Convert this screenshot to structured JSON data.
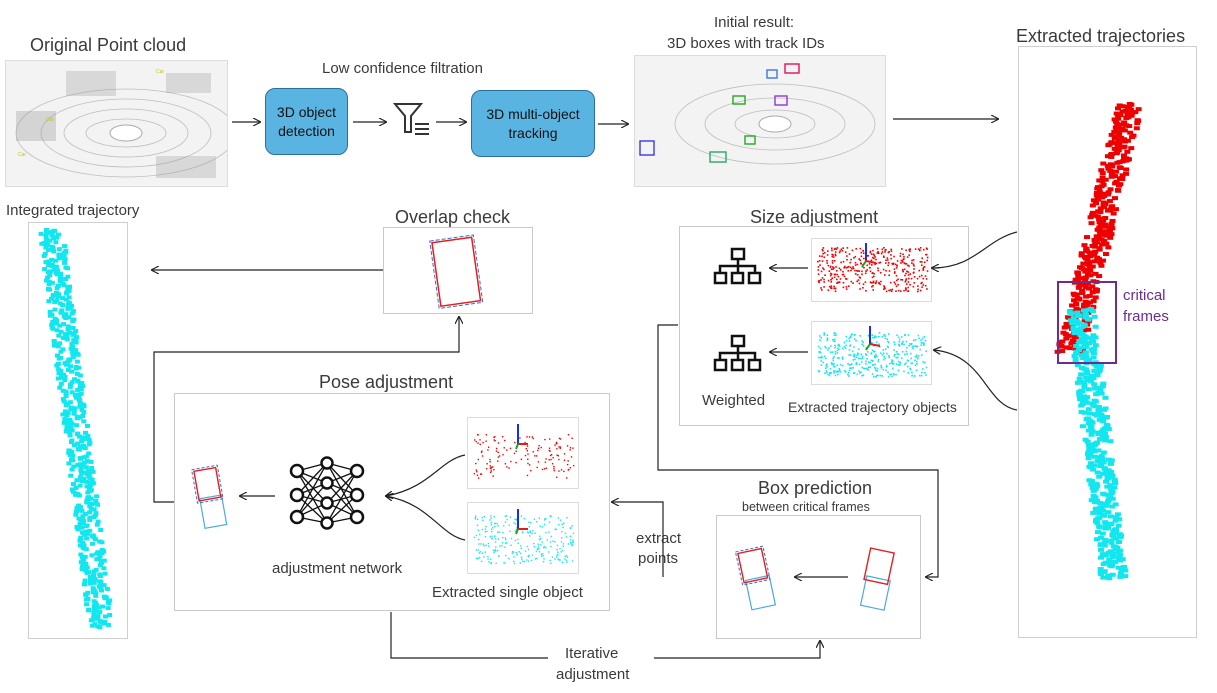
{
  "labels": {
    "original_point_cloud": "Original Point cloud",
    "low_conf_filtration": "Low confidence filtration",
    "detection": [
      "3D object",
      "detection"
    ],
    "tracking": [
      "3D multi-object",
      "tracking"
    ],
    "initial_result": [
      "Initial result:",
      "3D boxes with track IDs"
    ],
    "extracted_trajectories": "Extracted trajectories",
    "integrated_trajectory": "Integrated trajectory",
    "overlap_check": "Overlap check",
    "size_adjustment": "Size adjustment",
    "weighted": "Weighted",
    "extracted_trajectory_objects": "Extracted trajectory objects",
    "critical_frames": [
      "critical",
      "frames"
    ],
    "pose_adjustment": "Pose adjustment",
    "adjustment_network": "adjustment network",
    "extracted_single_object": "Extracted single object",
    "box_prediction": "Box prediction",
    "between_critical_frames": "between critical frames",
    "extract_points": [
      "extract",
      "points"
    ],
    "iterative_adjustment": [
      "Iterative",
      "adjustment"
    ]
  },
  "colors": {
    "module_fill": "#5ab4e2",
    "module_border": "#2d6e9c",
    "trajectory_red": "#ee0000",
    "trajectory_cyan": "#12e6ee",
    "critical_box": "#6b2d8f",
    "arrow": "#222222"
  },
  "icons": [
    "filter-icon",
    "tree-icon",
    "neural-network-icon",
    "axes-icon"
  ]
}
